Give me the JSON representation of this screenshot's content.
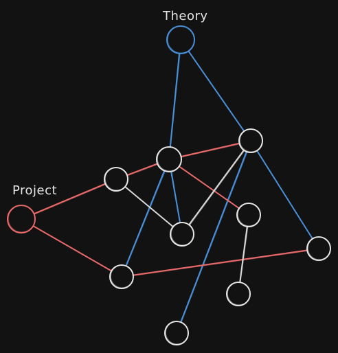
{
  "labels": {
    "theory": "Theory",
    "project": "Project"
  },
  "colors": {
    "background": "#121212",
    "node_white": "#e6e6e6",
    "edge_blue": "#4a90d9",
    "edge_red": "#e86a6a",
    "edge_white": "#d9d9d9"
  },
  "nodes": [
    {
      "id": "theory",
      "color": "blue"
    },
    {
      "id": "project",
      "color": "red"
    },
    {
      "id": "n_center",
      "color": "white"
    },
    {
      "id": "n_topright",
      "color": "white"
    },
    {
      "id": "n_left",
      "color": "white"
    },
    {
      "id": "n_mid",
      "color": "white"
    },
    {
      "id": "n_right",
      "color": "white"
    },
    {
      "id": "n_farright",
      "color": "white"
    },
    {
      "id": "n_bottomleft",
      "color": "white"
    },
    {
      "id": "n_bottomright",
      "color": "white"
    },
    {
      "id": "n_bottom",
      "color": "white"
    }
  ],
  "edges": [
    {
      "from": "theory",
      "to": "n_center",
      "color": "blue"
    },
    {
      "from": "theory",
      "to": "n_topright",
      "color": "blue"
    },
    {
      "from": "n_topright",
      "to": "n_farright",
      "color": "blue"
    },
    {
      "from": "n_center",
      "to": "n_bottomleft",
      "color": "blue"
    },
    {
      "from": "n_center",
      "to": "n_mid",
      "color": "blue"
    },
    {
      "from": "n_topright",
      "to": "n_bottom",
      "color": "blue"
    },
    {
      "from": "project",
      "to": "n_left",
      "color": "red"
    },
    {
      "from": "project",
      "to": "n_bottomleft",
      "color": "red"
    },
    {
      "from": "n_left",
      "to": "n_center",
      "color": "red"
    },
    {
      "from": "n_center",
      "to": "n_topright",
      "color": "red"
    },
    {
      "from": "n_center",
      "to": "n_right",
      "color": "red"
    },
    {
      "from": "n_bottomleft",
      "to": "n_farright",
      "color": "red"
    },
    {
      "from": "n_left",
      "to": "n_mid",
      "color": "white"
    },
    {
      "from": "n_mid",
      "to": "n_topright",
      "color": "white"
    },
    {
      "from": "n_right",
      "to": "n_bottomright",
      "color": "white"
    }
  ]
}
